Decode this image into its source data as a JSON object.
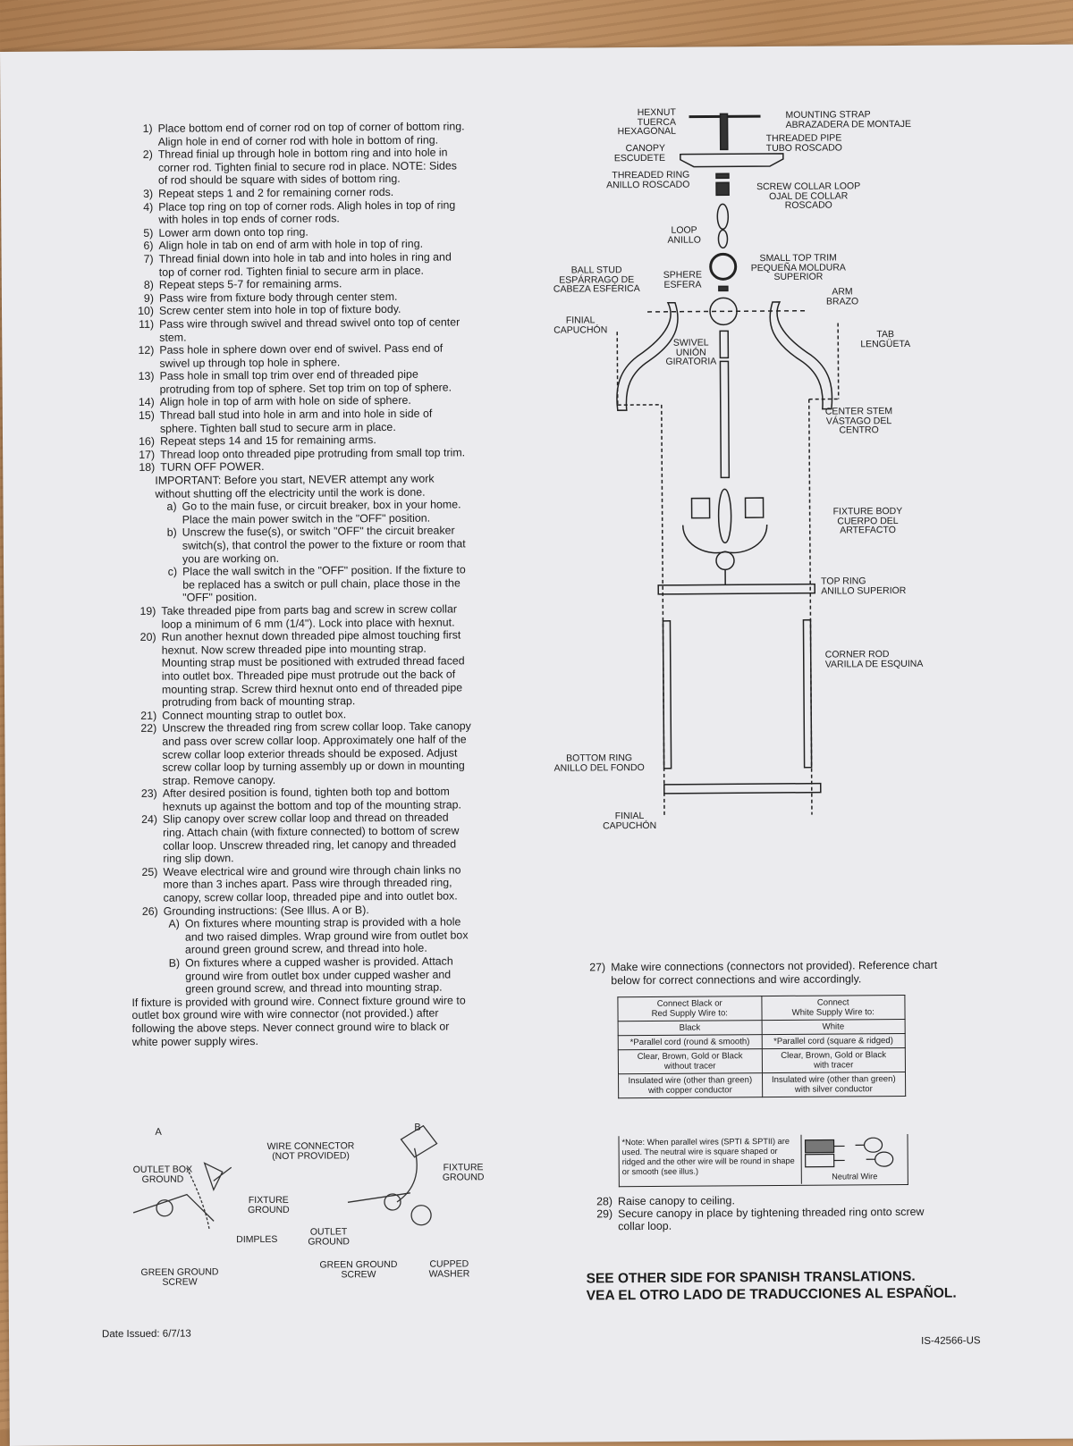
{
  "steps_a": [
    {
      "n": "1)",
      "t": "Place bottom end of corner rod on top of corner of bottom ring. Align hole in end of corner rod with hole in bottom of ring."
    },
    {
      "n": "2)",
      "t": "Thread finial up through hole in bottom ring and into hole in corner rod. Tighten finial to secure rod in place. NOTE: Sides of rod should be square with sides of bottom ring."
    },
    {
      "n": "3)",
      "t": "Repeat steps 1 and 2 for remaining corner rods."
    },
    {
      "n": "4)",
      "t": "Place top ring on top of corner rods. Aligh holes in top of ring with holes in top ends of corner rods."
    },
    {
      "n": "5)",
      "t": "Lower arm down onto top ring."
    },
    {
      "n": "6)",
      "t": "Align hole in tab on end of arm with hole in top of ring."
    },
    {
      "n": "7)",
      "t": "Thread finial down into hole in tab and into holes in ring and top of corner rod. Tighten finial to secure arm in place."
    },
    {
      "n": "8)",
      "t": "Repeat steps 5-7 for remaining arms."
    },
    {
      "n": "9)",
      "t": "Pass wire from fixture body through center stem."
    },
    {
      "n": "10)",
      "t": "Screw center stem into hole in top of fixture body."
    },
    {
      "n": "11)",
      "t": "Pass wire through swivel and thread swivel onto top of center stem."
    },
    {
      "n": "12)",
      "t": "Pass hole in sphere down over end of swivel. Pass end of swivel up through top hole in sphere."
    },
    {
      "n": "13)",
      "t": "Pass hole in small top trim over end of threaded pipe protruding from top of sphere. Set top trim on top of sphere."
    },
    {
      "n": "14)",
      "t": "Align hole in top of arm with hole on side of sphere."
    },
    {
      "n": "15)",
      "t": "Thread ball stud into hole in arm and into hole in side of sphere. Tighten ball stud to secure arm in place."
    },
    {
      "n": "16)",
      "t": "Repeat steps 14 and 15 for remaining arms."
    },
    {
      "n": "17)",
      "t": "Thread loop onto threaded pipe protruding from small top trim."
    },
    {
      "n": "18)",
      "t": "TURN OFF POWER."
    }
  ],
  "important": "IMPORTANT: Before you start, NEVER attempt any work without shutting off the electricity until the work is done.",
  "step18_subs": [
    {
      "n": "a)",
      "t": "Go to the main fuse, or circuit breaker, box in your home. Place the main power switch in the \"OFF\" position."
    },
    {
      "n": "b)",
      "t": "Unscrew the fuse(s), or switch \"OFF\" the circuit breaker switch(s), that control the power to the fixture or room that you are working on."
    },
    {
      "n": "c)",
      "t": "Place the wall switch in the \"OFF\" position. If the fixture to be replaced has a switch or pull chain, place those in the \"OFF\" position."
    }
  ],
  "steps_b": [
    {
      "n": "19)",
      "t": "Take threaded pipe from parts bag and screw in screw collar loop a minimum of 6 mm (1/4\"). Lock into place with hexnut."
    },
    {
      "n": "20)",
      "t": "Run another hexnut down threaded pipe almost touching first hexnut. Now screw threaded pipe into mounting strap. Mounting strap must be positioned with extruded thread faced into outlet box. Threaded pipe must protrude out the back of mounting strap. Screw third hexnut onto end of threaded pipe protruding from back of mounting strap."
    },
    {
      "n": "21)",
      "t": "Connect mounting strap to outlet box."
    },
    {
      "n": "22)",
      "t": "Unscrew the threaded ring from screw collar loop. Take canopy and pass over screw collar loop. Approximately one half of the screw collar loop exterior threads should be exposed. Adjust screw collar loop by turning assembly up or down in mounting strap. Remove canopy."
    },
    {
      "n": "23)",
      "t": "After desired position is found, tighten both top and bottom hexnuts up against the bottom and top of the mounting strap."
    },
    {
      "n": "24)",
      "t": "Slip canopy over screw collar loop and thread on threaded ring. Attach chain (with fixture connected) to bottom of screw collar loop. Unscrew threaded ring, let canopy and threaded ring slip down."
    },
    {
      "n": "25)",
      "t": "Weave electrical wire and ground wire through chain links no more than 3 inches apart. Pass wire through threaded ring, canopy, screw collar loop, threaded pipe and into outlet box."
    },
    {
      "n": "26)",
      "t": "Grounding instructions: (See Illus. A or B)."
    }
  ],
  "step26_subs": [
    {
      "n": "A)",
      "t": "On fixtures where mounting strap is provided with a hole and two raised dimples. Wrap ground wire from outlet box around green ground screw, and thread into hole."
    },
    {
      "n": "B)",
      "t": "On fixtures where a cupped washer is provided. Attach ground wire from outlet box under cupped washer and green ground screw, and thread into mounting strap."
    }
  ],
  "ground_note": "If fixture is provided with ground wire. Connect fixture ground wire to outlet box ground wire with wire connector (not provided.) after following the above steps. Never connect ground wire to black or white power supply wires.",
  "diagram": {
    "hexnut": "HEXNUT\nTUERCA\nHEXAGONAL",
    "mounting_strap": "MOUNTING STRAP\nABRAZADERA DE MONTAJE",
    "threaded_pipe": "THREADED PIPE\nTUBO ROSCADO",
    "canopy": "CANOPY\nESCUDETE",
    "threaded_ring": "THREADED RING\nANILLO ROSCADO",
    "screw_collar": "SCREW COLLAR LOOP\nOJAL DE COLLAR\nROSCADO",
    "loop": "LOOP\nANILLO",
    "small_top_trim": "SMALL TOP TRIM\nPEQUEÑA MOLDURA\nSUPERIOR",
    "ball_stud": "BALL STUD\nESPÁRRAGO DE\nCABEZA ESFÉRICA",
    "sphere": "SPHERE\nESFERA",
    "arm": "ARM\nBRAZO",
    "finial_top": "FINIAL\nCAPUCHÓN",
    "tab": "TAB\nLENGÜETA",
    "swivel": "SWIVEL\nUNIÓN\nGIRATORIA",
    "center_stem": "CENTER STEM\nVÁSTAGO DEL\nCENTRO",
    "fixture_body": "FIXTURE BODY\nCUERPO DEL\nARTEFACTO",
    "top_ring": "TOP RING\nANILLO SUPERIOR",
    "corner_rod": "CORNER ROD\nVARILLA DE ESQUINA",
    "bottom_ring": "BOTTOM RING\nANILLO DEL FONDO",
    "finial_bottom": "FINIAL\nCAPUCHÓN"
  },
  "illus": {
    "a_title": "A",
    "b_title": "B",
    "wire_connector": "WIRE CONNECTOR\n(NOT PROVIDED)",
    "outlet_box_ground_a": "OUTLET BOX\nGROUND",
    "fixture_ground_a": "FIXTURE\nGROUND",
    "dimples": "DIMPLES",
    "green_ground_screw_a": "GREEN GROUND\nSCREW",
    "fixture_ground_b": "FIXTURE\nGROUND",
    "outlet_ground_b": "OUTLET\nGROUND",
    "green_ground_screw_b": "GREEN GROUND\nSCREW",
    "cupped_washer": "CUPPED\nWASHER"
  },
  "step27": {
    "n": "27)",
    "t": "Make wire connections (connectors not provided). Reference chart below for correct connections and wire accordingly."
  },
  "wire_table": {
    "headers": [
      "Connect Black or\nRed Supply Wire to:",
      "Connect\nWhite Supply Wire to:"
    ],
    "rows": [
      [
        "Black",
        "White"
      ],
      [
        "*Parallel cord (round & smooth)",
        "*Parallel cord (square & ridged)"
      ],
      [
        "Clear, Brown, Gold or Black\nwithout tracer",
        "Clear, Brown, Gold or Black\nwith tracer"
      ],
      [
        "Insulated wire (other than green)\nwith copper conductor",
        "Insulated wire (other than green)\nwith silver conductor"
      ]
    ],
    "note": "*Note: When parallel wires (SPTI & SPTII) are used. The neutral wire is square shaped or ridged and the other wire will be round in shape or smooth (see illus.)",
    "neutral_wire": "Neutral Wire"
  },
  "steps_c": [
    {
      "n": "28)",
      "t": "Raise canopy to ceiling."
    },
    {
      "n": "29)",
      "t": "Secure canopy in place by tightening threaded ring onto screw collar loop."
    }
  ],
  "see_other_side": "SEE OTHER SIDE FOR SPANISH TRANSLATIONS.",
  "see_other_side_es": "VEA EL OTRO LADO DE TRADUCCIONES AL ESPAÑOL.",
  "date_issued": "Date Issued: 6/7/13",
  "doc_id": "IS-42566-US"
}
